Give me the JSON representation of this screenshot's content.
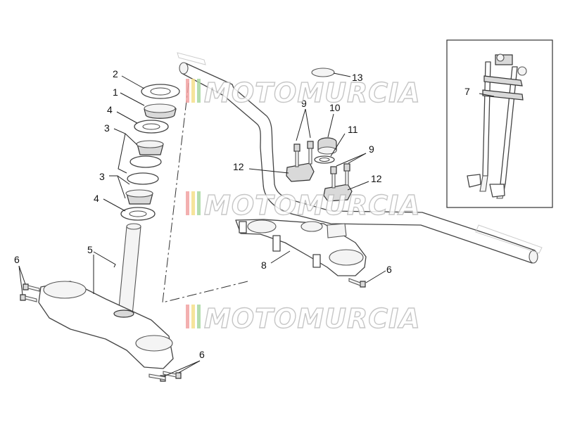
{
  "watermark": {
    "text": "MOTOMURCIA",
    "stripe_colors": [
      "#f2a3a3",
      "#f5e08a",
      "#a8d8a0"
    ]
  },
  "callouts": {
    "c1": "1",
    "c2": "2",
    "c3a": "3",
    "c3b": "3",
    "c4a": "4",
    "c4b": "4",
    "c5": "5",
    "c6a": "6",
    "c6b": "6",
    "c6c": "6",
    "c7": "7",
    "c8": "8",
    "c9a": "9",
    "c9b": "9",
    "c10": "10",
    "c11": "11",
    "c12a": "12",
    "c12b": "12",
    "c13": "13"
  }
}
